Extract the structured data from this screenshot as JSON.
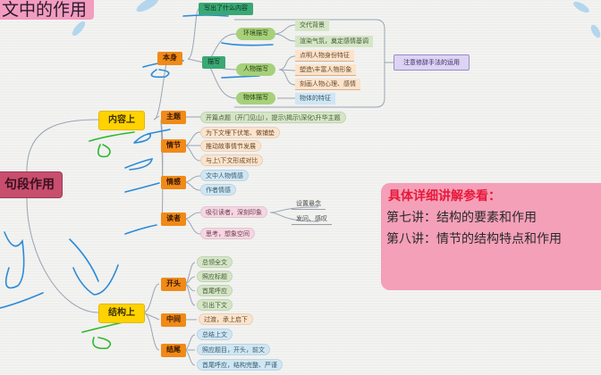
{
  "title": "文中的作用",
  "root": {
    "label": "句段作用"
  },
  "branches": {
    "content": {
      "label": "内容上",
      "ben_shen": {
        "label": "本身",
        "xie_chu": "写出了什么内容",
        "miao_xie": {
          "label": "描写",
          "env": {
            "label": "环境描写",
            "items": [
              "交代背景",
              "渲染气氛，奠定感情基调"
            ]
          },
          "person": {
            "label": "人物描写",
            "items": [
              "点明人物身份特征",
              "塑造\\丰富人物形象",
              "刻画人物心理、感情"
            ]
          },
          "object": {
            "label": "物体描写",
            "items": [
              "物体的特征"
            ]
          }
        },
        "note": "注意修辞手法的运用"
      },
      "theme": {
        "label": "主题",
        "items": [
          "开篇点题（开门见山），提示\\揭示\\深化\\升华主题"
        ]
      },
      "plot": {
        "label": "情节",
        "items": [
          "为下文埋下伏笔、做铺垫",
          "推动故事情节发展",
          "与上\\下文形成对比"
        ]
      },
      "emotion": {
        "label": "情感",
        "items": [
          "文中人物情感",
          "作者情感"
        ]
      },
      "reader": {
        "label": "读者",
        "items": [
          "吸引读者，深刻印象",
          "思考，想象空间"
        ],
        "sub": [
          "设置悬念",
          "发问、感叹"
        ]
      }
    },
    "structure": {
      "label": "结构上",
      "start": {
        "label": "开头",
        "items": [
          "总领全文",
          "照应标题",
          "首尾呼应",
          "引出下文"
        ]
      },
      "middle": {
        "label": "中间",
        "items": [
          "过渡，承上启下"
        ]
      },
      "end": {
        "label": "结尾",
        "items": [
          "总结上文",
          "照应题目，开头，前文",
          "首尾呼应，结构完整、严谨"
        ]
      }
    }
  },
  "info_box": {
    "title": "具体详细讲解参看：",
    "lines": [
      "第七讲：结构的要素和作用",
      "第八讲：情节的结构特点和作用"
    ]
  },
  "colors": {
    "root": "#c84e6e",
    "level1": "#ffd200",
    "level2": "#f08a18",
    "info_bg": "#f4a0b8",
    "info_title": "#e8183a"
  }
}
